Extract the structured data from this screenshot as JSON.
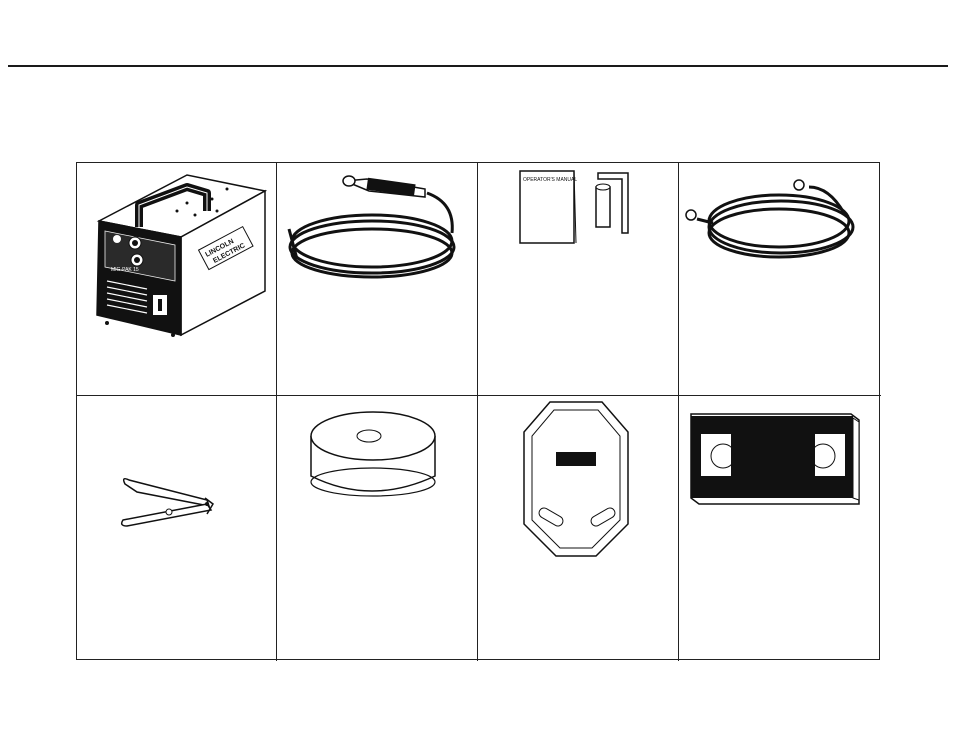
{
  "document": {
    "product_label": "MIG-PAK 15",
    "brand_logo_text": "LINCOLN ELECTRIC",
    "manual_cover_text": "OPERATOR'S MANUAL"
  },
  "items": [
    {
      "icon": "welder-unit-icon"
    },
    {
      "icon": "welding-gun-cable-icon"
    },
    {
      "icon": "manual-and-tools-icon"
    },
    {
      "icon": "work-cable-icon"
    },
    {
      "icon": "ground-clamp-icon"
    },
    {
      "icon": "wire-spool-icon"
    },
    {
      "icon": "hand-shield-icon"
    },
    {
      "icon": "video-cassette-icon"
    }
  ]
}
